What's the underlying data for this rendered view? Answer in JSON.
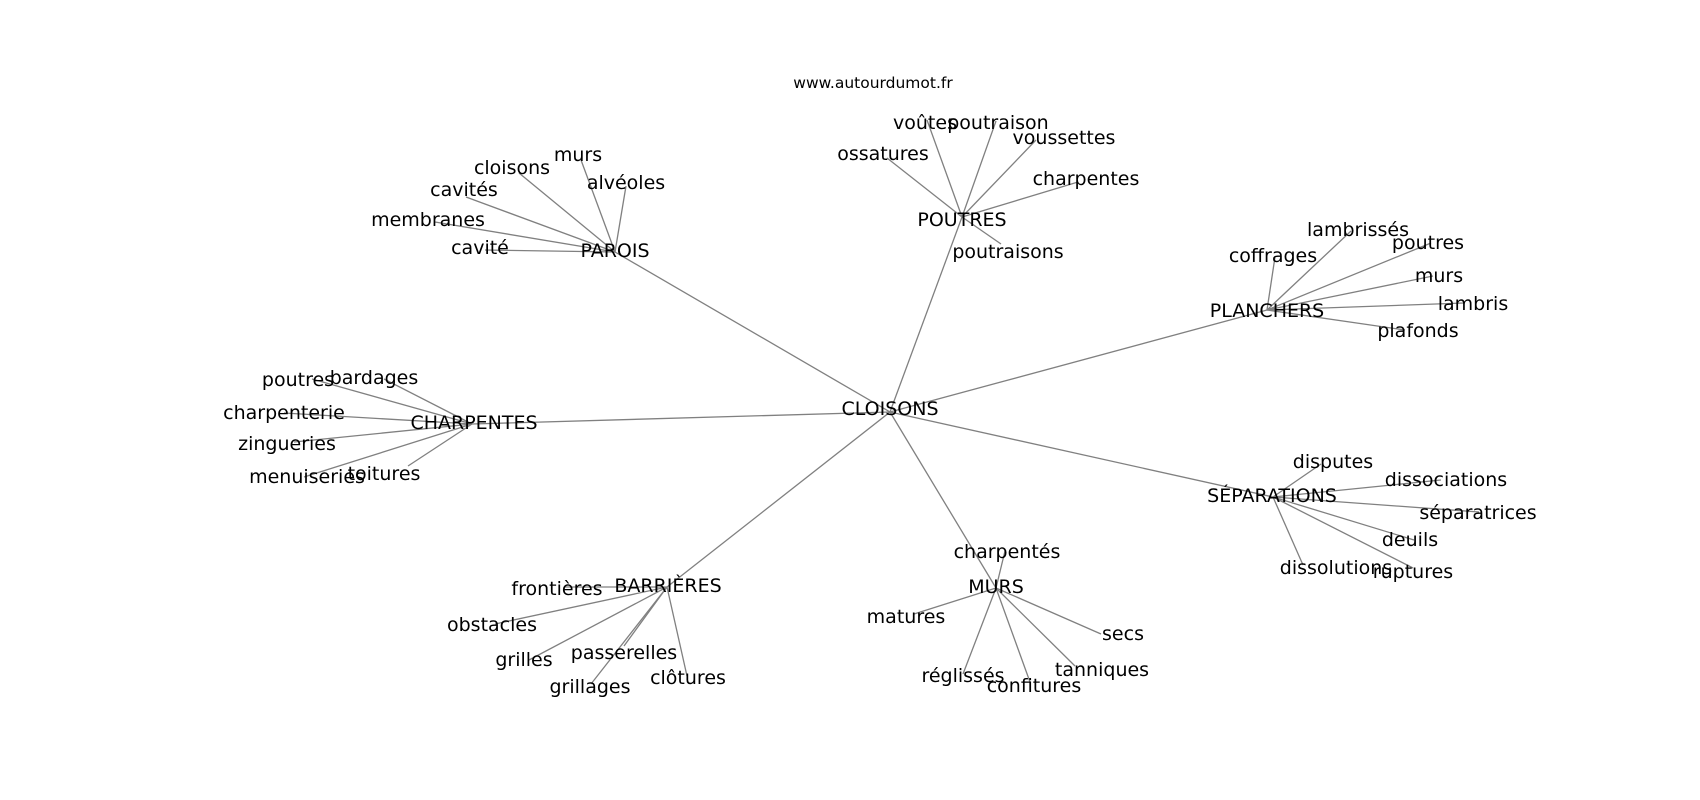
{
  "source": "www.autourdumot.fr",
  "graph": {
    "root": "CLOISONS",
    "hubs": [
      {
        "label": "PAROIS",
        "leaves": [
          "murs",
          "cloisons",
          "alvéoles",
          "cavités",
          "membranes",
          "cavité"
        ]
      },
      {
        "label": "POUTRES",
        "leaves": [
          "voûtes",
          "poutraison",
          "voussettes",
          "ossatures",
          "charpentes",
          "poutraisons"
        ]
      },
      {
        "label": "PLANCHERS",
        "leaves": [
          "lambrissés",
          "poutres",
          "coffrages",
          "murs",
          "lambris",
          "plafonds"
        ]
      },
      {
        "label": "CHARPENTES",
        "leaves": [
          "poutres",
          "bardages",
          "charpenterie",
          "zingueries",
          "toitures",
          "menuiseries"
        ]
      },
      {
        "label": "SÉPARATIONS",
        "leaves": [
          "disputes",
          "dissociations",
          "séparatrices",
          "deuils",
          "dissolutions",
          "ruptures"
        ]
      },
      {
        "label": "BARRIÈRES",
        "leaves": [
          "frontières",
          "obstacles",
          "passerelles",
          "grilles",
          "grillages",
          "clôtures"
        ]
      },
      {
        "label": "MURS",
        "leaves": [
          "charpentés",
          "matures",
          "secs",
          "réglissés",
          "tanniques",
          "confitures"
        ]
      }
    ]
  }
}
